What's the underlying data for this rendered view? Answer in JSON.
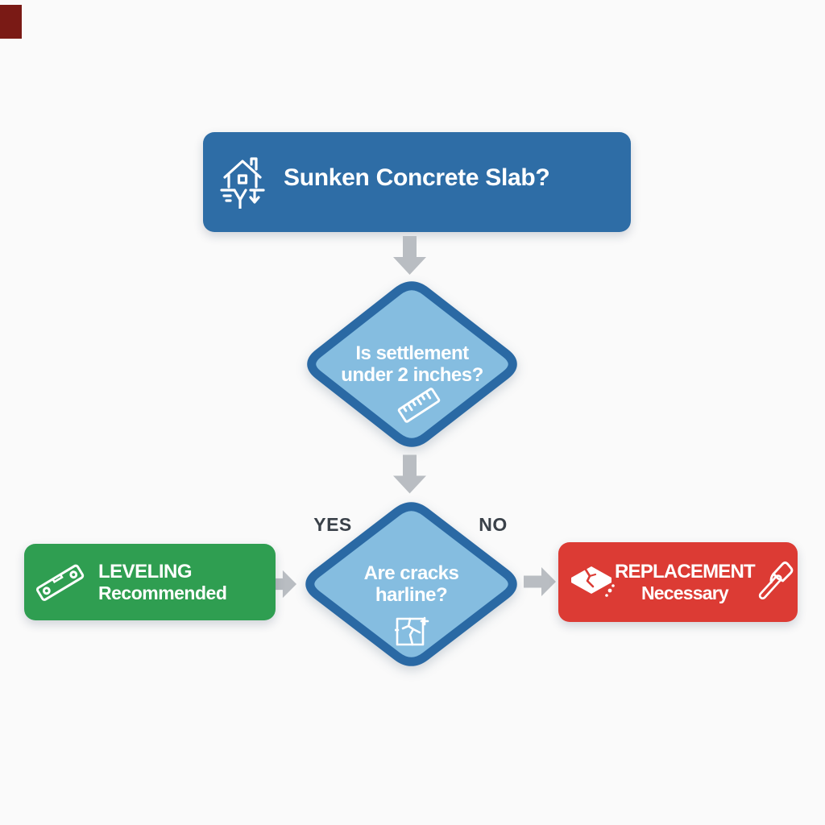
{
  "page": {
    "background": "#fafafa"
  },
  "corner_mark": {
    "color": "#7a1a15"
  },
  "flow": {
    "start": {
      "title": "Sunken Concrete Slab?",
      "bg": "#2e6da6",
      "icon": "sinking-house"
    },
    "decision_settlement": {
      "line1": "Is settlement",
      "line2": "under 2 inches?",
      "fill": "#85bde0",
      "border": "#2a69a4",
      "icon": "ruler"
    },
    "decision_cracks": {
      "line1": "Are cracks",
      "line2": "harline?",
      "fill": "#85bde0",
      "border": "#2a69a4",
      "icon": "cracked-slab"
    },
    "branch_labels": {
      "yes": "YES",
      "no": "NO",
      "color": "#3a4149"
    },
    "outcome_leveling": {
      "line1": "LEVELING",
      "line2": "Recommended",
      "bg": "#2f9e51",
      "icon": "spirit-level"
    },
    "outcome_replacement": {
      "line1": "REPLACEMENT",
      "line2": "Necessary",
      "bg": "#dc3b34",
      "icon_left": "broken-slab",
      "icon_right": "hammer"
    },
    "arrow_color": "#b9bdc2"
  }
}
